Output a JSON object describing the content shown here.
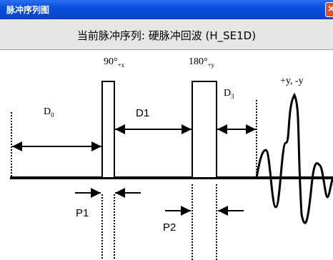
{
  "window": {
    "title": "脉冲序列图",
    "close_glyph": "×"
  },
  "header": {
    "sequence_text": "当前脉冲序列: 硬脉冲回波 (H_SE1D)"
  },
  "diagram": {
    "d0": {
      "main": "D",
      "sub": "0"
    },
    "pulse1": {
      "main": "90°",
      "sub": "+x"
    },
    "d1": "D1",
    "pulse2": {
      "main": "180°",
      "sub": "+y"
    },
    "d3": {
      "main": "D",
      "sub": "3"
    },
    "echo_phase": "+y, -y",
    "p1": "P1",
    "p2": "P2"
  },
  "colors": {
    "titlebar": "#0a4fe0",
    "close": "#d9542b",
    "header_bg": "#e6e6e6"
  }
}
